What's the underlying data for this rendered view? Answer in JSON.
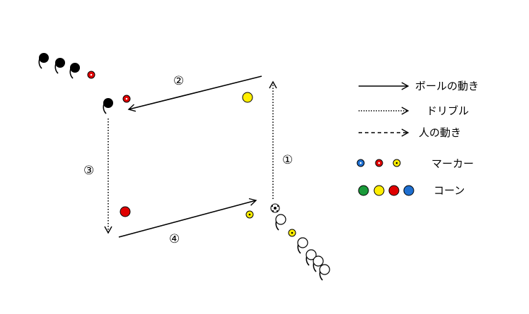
{
  "colors": {
    "player_dark": "#000000",
    "player_light": "#ffffff",
    "marker_blue": "#1e6fd0",
    "marker_red": "#e00000",
    "marker_yellow": "#ffee00",
    "cone_green": "#1a9a3a",
    "cone_yellow": "#ffee00",
    "cone_red": "#e00000",
    "cone_blue": "#1e6fd0"
  },
  "steps": {
    "one": "①",
    "two": "②",
    "three": "③",
    "four": "④"
  },
  "legend": {
    "ball_movement": "ボールの動き",
    "dribble": "ドリブル",
    "player_movement": "人の動き",
    "marker": "マーカー",
    "cone": "コーン"
  }
}
